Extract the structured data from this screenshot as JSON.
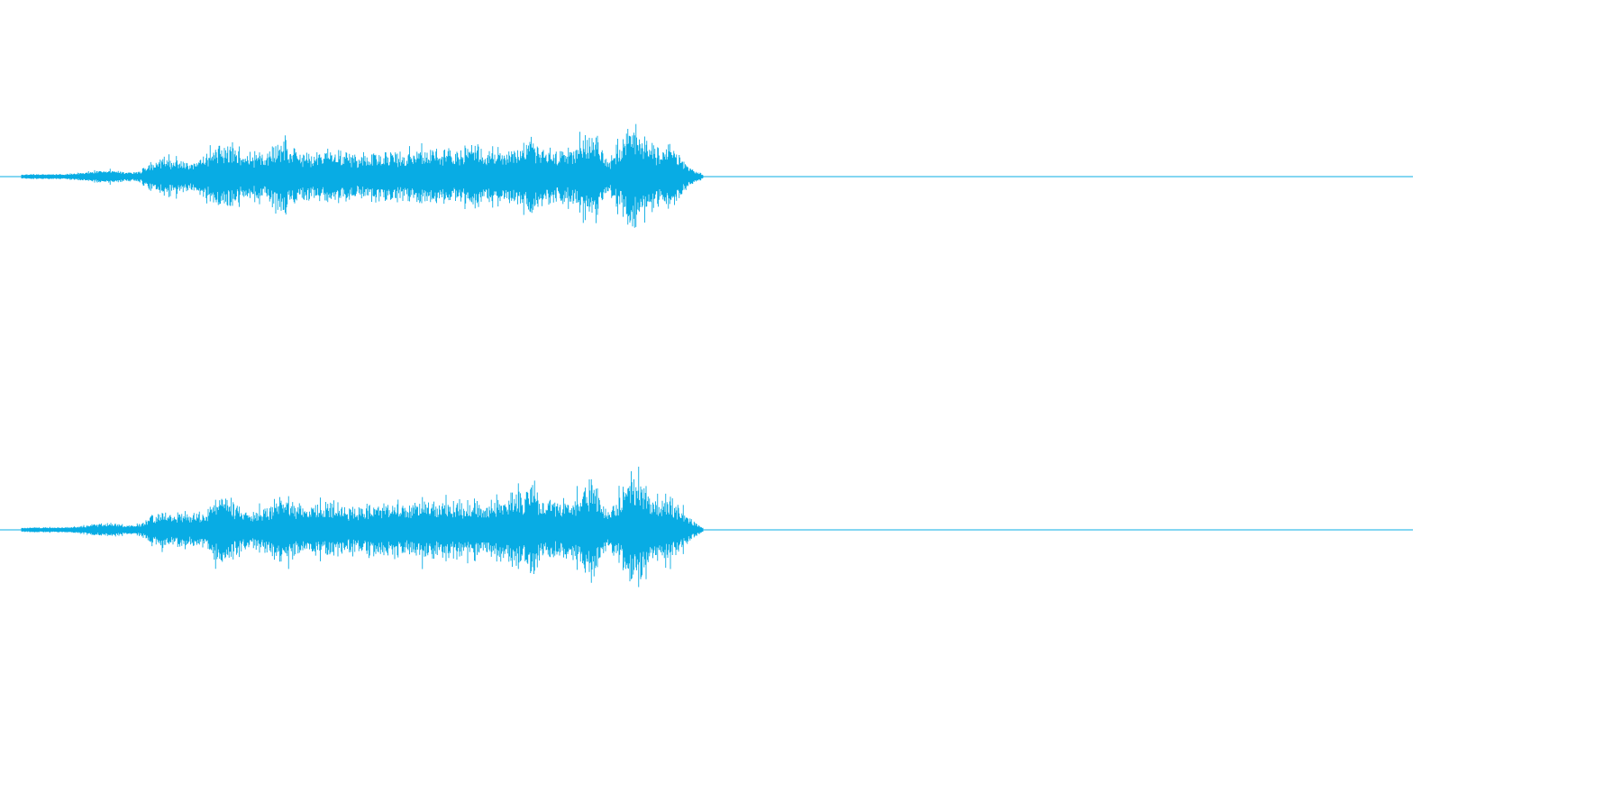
{
  "waveform": {
    "color": "#08acE4",
    "background": "#ffffff",
    "duration_fraction_with_sound": 0.49,
    "channels": [
      {
        "name": "",
        "envelope": [
          0.02,
          0.03,
          0.03,
          0.03,
          0.03,
          0.03,
          0.04,
          0.06,
          0.09,
          0.1,
          0.12,
          0.1,
          0.08,
          0.06,
          0.1,
          0.25,
          0.3,
          0.35,
          0.32,
          0.28,
          0.3,
          0.32,
          0.45,
          0.55,
          0.6,
          0.5,
          0.42,
          0.38,
          0.4,
          0.45,
          0.6,
          0.65,
          0.5,
          0.45,
          0.42,
          0.48,
          0.52,
          0.5,
          0.45,
          0.4,
          0.42,
          0.48,
          0.5,
          0.52,
          0.45,
          0.44,
          0.5,
          0.55,
          0.5,
          0.48,
          0.52,
          0.5,
          0.55,
          0.6,
          0.5,
          0.48,
          0.5,
          0.52,
          0.55,
          0.6,
          0.7,
          0.55,
          0.5,
          0.45,
          0.5,
          0.55,
          0.85,
          0.9,
          0.5,
          0.35,
          0.55,
          0.85,
          1.0,
          0.8,
          0.55,
          0.5,
          0.6,
          0.45,
          0.25,
          0.1,
          0.02
        ]
      },
      {
        "name": "",
        "envelope": [
          0.02,
          0.03,
          0.03,
          0.03,
          0.03,
          0.03,
          0.04,
          0.06,
          0.09,
          0.1,
          0.12,
          0.1,
          0.08,
          0.06,
          0.1,
          0.25,
          0.3,
          0.32,
          0.3,
          0.28,
          0.3,
          0.32,
          0.45,
          0.6,
          0.6,
          0.5,
          0.42,
          0.38,
          0.4,
          0.45,
          0.6,
          0.65,
          0.5,
          0.45,
          0.42,
          0.48,
          0.52,
          0.5,
          0.45,
          0.42,
          0.44,
          0.48,
          0.5,
          0.52,
          0.48,
          0.46,
          0.5,
          0.55,
          0.52,
          0.5,
          0.52,
          0.52,
          0.55,
          0.6,
          0.52,
          0.5,
          0.55,
          0.58,
          0.75,
          0.7,
          0.8,
          0.6,
          0.55,
          0.5,
          0.55,
          0.6,
          0.9,
          0.95,
          0.55,
          0.4,
          0.6,
          0.9,
          1.0,
          0.85,
          0.6,
          0.55,
          0.65,
          0.5,
          0.3,
          0.12,
          0.02
        ]
      }
    ]
  }
}
